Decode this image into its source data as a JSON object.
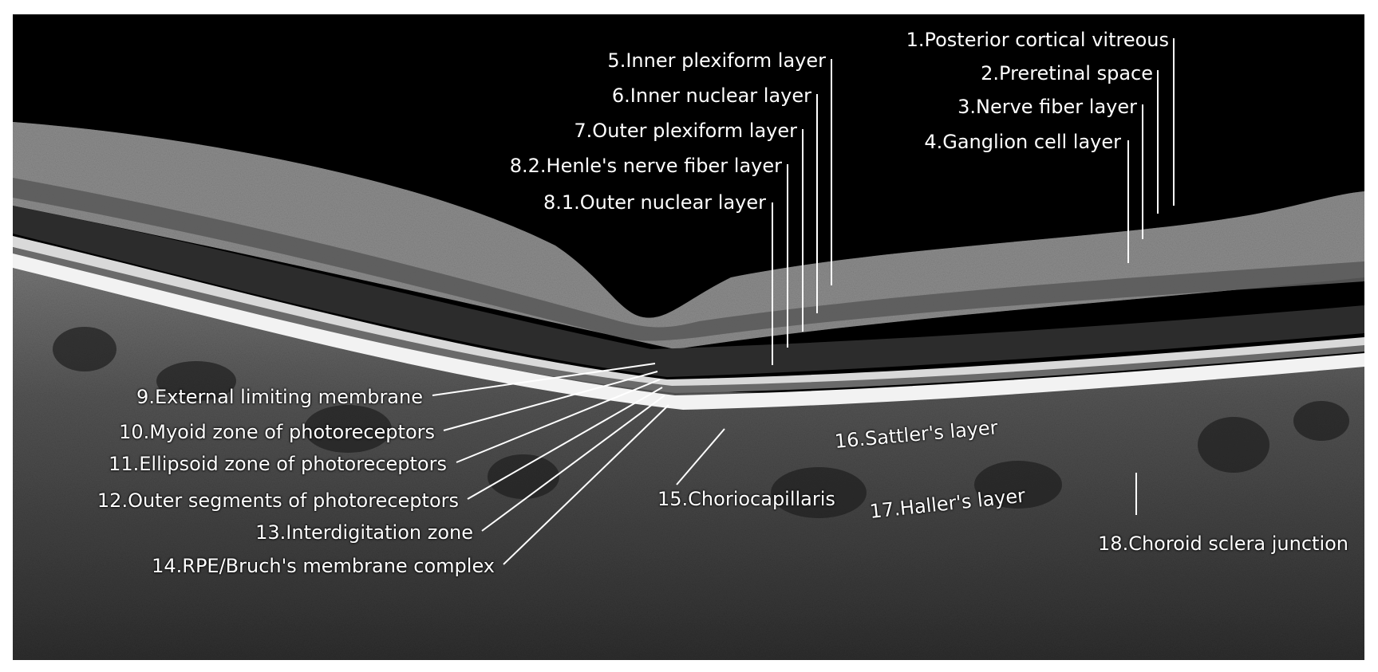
{
  "figure": {
    "labels": [
      "1.Posterior cortical vitreous",
      "2.Preretinal space",
      "3.Nerve fiber layer",
      "4.Ganglion cell layer",
      "5.Inner plexiform layer",
      "6.Inner nuclear layer",
      "7.Outer plexiform layer",
      "8.2.Henle's nerve fiber layer",
      "8.1.Outer nuclear layer",
      "9.External limiting membrane",
      "10.Myoid zone of photoreceptors",
      "11.Ellipsoid zone of photoreceptors",
      "12.Outer segments of photoreceptors",
      "13.Interdigitation zone",
      "14.RPE/Bruch's membrane complex",
      "15.Choriocapillaris",
      "16.Sattler's layer",
      "17.Haller's layer",
      "18.Choroid sclera junction"
    ]
  }
}
